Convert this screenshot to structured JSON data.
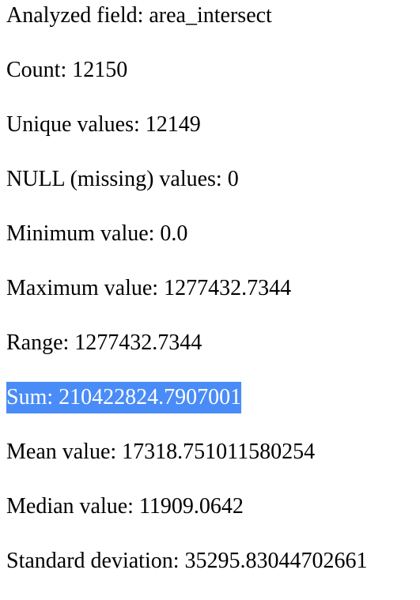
{
  "stats": {
    "analyzed_field": "Analyzed field: area_intersect",
    "count": "Count: 12150",
    "unique_values": "Unique values: 12149",
    "null_values": "NULL (missing) values: 0",
    "minimum": "Minimum value: 0.0",
    "maximum": "Maximum value: 1277432.7344",
    "range": "Range: 1277432.7344",
    "sum": "Sum: 210422824.7907001",
    "mean": "Mean value: 17318.751011580254",
    "median": "Median value: 11909.0642",
    "std_dev": "Standard deviation: 35295.83044702661"
  },
  "selection": {
    "highlight_color": "#4a8cf7",
    "text_color": "#ffffff"
  }
}
